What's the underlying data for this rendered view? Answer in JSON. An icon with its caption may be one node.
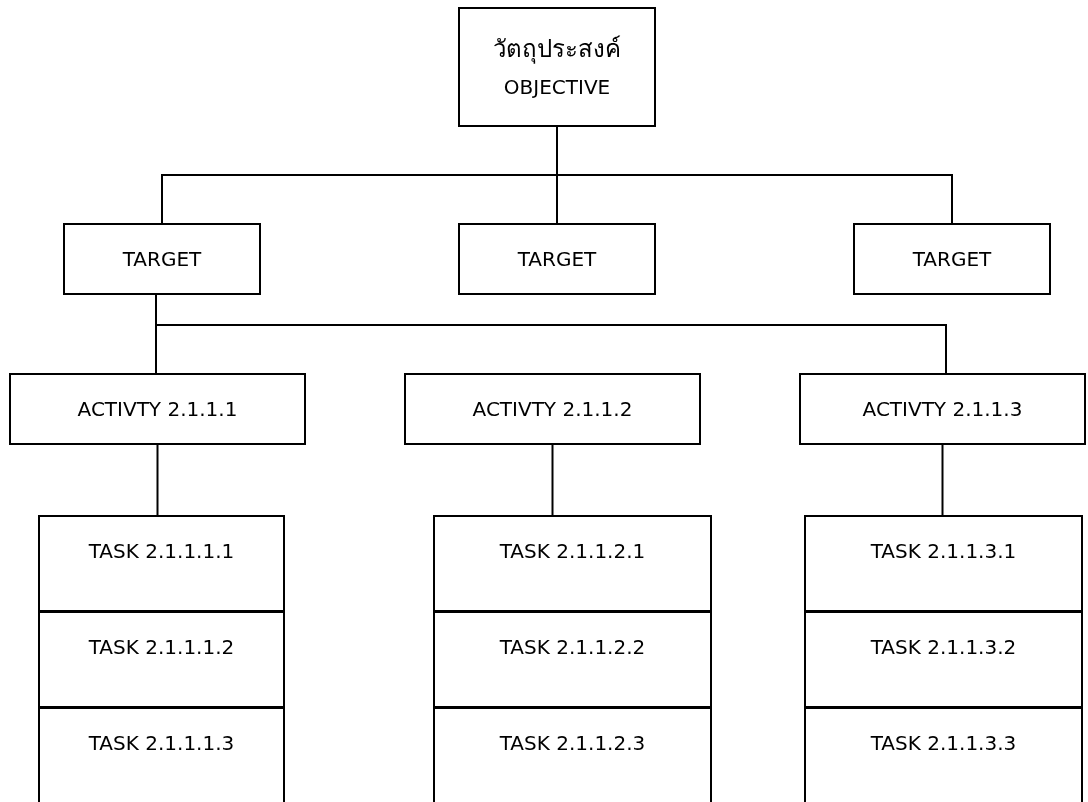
{
  "diagram": {
    "nodes": [
      {
        "text": [
          "วัตถุประสงค์",
          "OBJECTIVE"
        ]
      },
      {
        "text": [
          "TARGET"
        ]
      },
      {
        "text": [
          "TARGET"
        ]
      },
      {
        "text": [
          "TARGET"
        ]
      },
      {
        "text": [
          "ACTIVTY 2.1.1.1"
        ]
      },
      {
        "text": [
          "ACTIVTY 2.1.1.2"
        ]
      },
      {
        "text": [
          "ACTIVTY 2.1.1.3"
        ]
      },
      {
        "text": [
          "TASK 2.1.1.1.1"
        ]
      },
      {
        "text": [
          "TASK 2.1.1.1.2"
        ]
      },
      {
        "text": [
          "TASK 2.1.1.1.3"
        ]
      },
      {
        "text": [
          "TASK 2.1.1.2.1"
        ]
      },
      {
        "text": [
          "TASK 2.1.1.2.2"
        ]
      },
      {
        "text": [
          "TASK 2.1.1.2.3"
        ]
      },
      {
        "text": [
          "TASK 2.1.1.3.1"
        ]
      },
      {
        "text": [
          "TASK 2.1.1.3.2"
        ]
      },
      {
        "text": [
          "TASK 2.1.1.3.3"
        ]
      }
    ],
    "edges": [
      {
        "from": 0,
        "to": 1,
        "arrow": "none"
      },
      {
        "from": 0,
        "to": 2,
        "arrow": "none"
      },
      {
        "from": 0,
        "to": 3,
        "arrow": "none"
      },
      {
        "from": 1,
        "to": 4,
        "arrow": "none"
      },
      {
        "from": 1,
        "to": 6,
        "arrow": "none"
      },
      {
        "from": 4,
        "to": 7,
        "arrow": "none"
      },
      {
        "from": 5,
        "to": 10,
        "arrow": "none"
      },
      {
        "from": 6,
        "to": 13,
        "arrow": "none"
      }
    ]
  }
}
